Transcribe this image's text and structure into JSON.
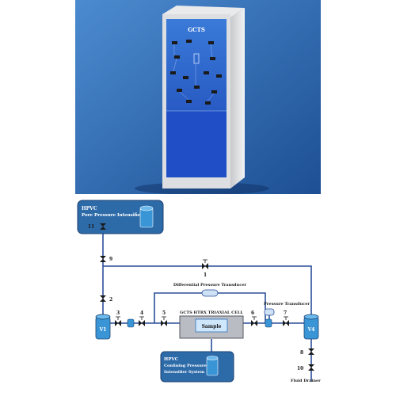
{
  "photo": {
    "brand_label": "GCTS",
    "background_color": "#2f6fb8",
    "panel_color": "#1f4fbf",
    "cabinet_color": "#d7d9dc"
  },
  "diagram": {
    "pore_box": {
      "line1": "HPVC",
      "line2": "Pore Pressure Intensifier"
    },
    "confining_box": {
      "line1": "HPVC",
      "line2": "Confining Pressure",
      "line3": "Intensifier System"
    },
    "cell_title": "GCTS HTRX TRIAXIAL CELL",
    "sample_label": "Sample",
    "differential_transducer_label": "Differential Pressure Transducer",
    "pressure_transducer_label": "Pressure Transducer",
    "fluid_drainer_label": "Fluid Drainer",
    "vessel_labels": {
      "v1": "V1",
      "v4": "V4"
    },
    "valve_labels": {
      "n1": "1",
      "n2": "2",
      "n3": "3",
      "n4": "4",
      "n5": "5",
      "n6": "6",
      "n7": "7",
      "n8": "8",
      "n9": "9",
      "n10": "10",
      "n11": "11"
    },
    "colors": {
      "pipe": "#2b4f9a",
      "box_fill": "#2d6aa8",
      "vessel": "#3a95d6",
      "cell_fill": "#b9bcc2"
    }
  }
}
